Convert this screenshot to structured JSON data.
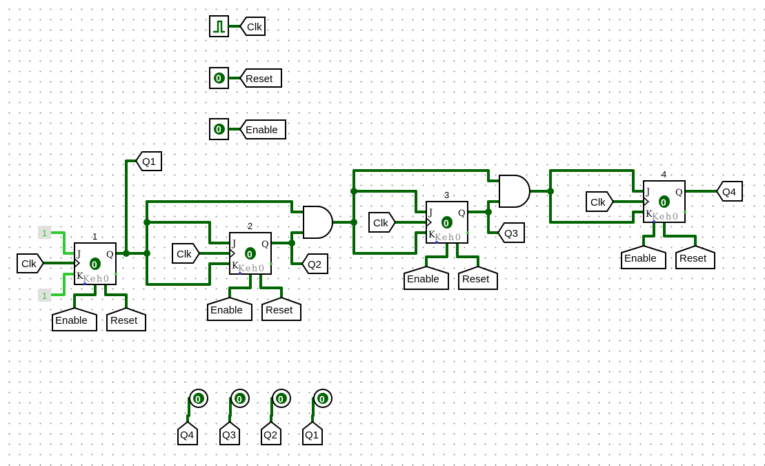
{
  "colors": {
    "wire": "#006400",
    "wire_bright": "#32c832",
    "box": "#000000",
    "value_fill": "#006400",
    "const_bg": "#e0e0e0"
  },
  "inputs": {
    "clock_label": "Clk",
    "reset_label": "Reset",
    "enable_label": "Enable",
    "reset_value": "0",
    "enable_value": "0"
  },
  "flipflops": [
    {
      "id": "1",
      "state": "0",
      "inner_text": "Keh0",
      "j": "J",
      "k": "K",
      "q": "Q"
    },
    {
      "id": "2",
      "state": "0",
      "inner_text": "Keh0",
      "j": "J",
      "k": "K",
      "q": "Q"
    },
    {
      "id": "3",
      "state": "0",
      "inner_text": "Keh0",
      "j": "J",
      "k": "K",
      "q": "Q"
    },
    {
      "id": "4",
      "state": "0",
      "inner_text": "Keh0",
      "j": "J",
      "k": "K",
      "q": "Q"
    }
  ],
  "constants": [
    "1",
    "1"
  ],
  "tunnels": {
    "clk": "Clk",
    "enable": "Enable",
    "reset": "Reset",
    "q1": "Q1",
    "q2": "Q2",
    "q3": "Q3",
    "q4": "Q4"
  },
  "outputs": [
    {
      "label": "Q4",
      "value": "0"
    },
    {
      "label": "Q3",
      "value": "0"
    },
    {
      "label": "Q2",
      "value": "0"
    },
    {
      "label": "Q1",
      "value": "0"
    }
  ]
}
